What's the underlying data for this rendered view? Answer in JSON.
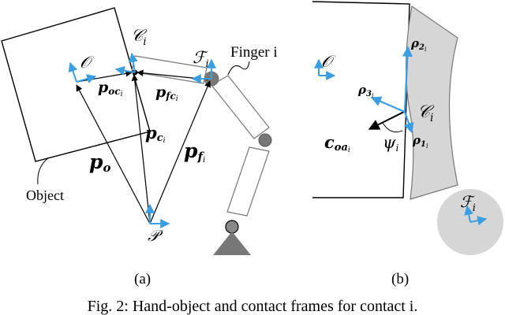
{
  "colors": {
    "frame_axes": "#3b9ee0",
    "vectors": "#000000",
    "gray_fill": "#d6d6d6",
    "dark_gray": "#777777",
    "outline": "#000000"
  },
  "panel_a": {
    "label": "(a)",
    "frame_O": "𝒪",
    "frame_C": "𝒞",
    "frame_F": "ℱ",
    "sub_i": "i",
    "finger_label": "Finger i",
    "object_label": "Object",
    "frame_P": "𝒫",
    "p": "p",
    "sub_oc": "oc",
    "sub_fc": "fc",
    "sub_c": "c",
    "sub_f": "f",
    "sub_o": "o"
  },
  "panel_b": {
    "label": "(b)",
    "frame_O": "𝒪",
    "frame_C": "𝒞",
    "frame_F": "ℱ",
    "sub_i": "i",
    "rho": "ρ",
    "sub_1": "1",
    "sub_2": "2",
    "sub_3": "3",
    "c": "c",
    "sub_oa": "oa",
    "psi": "ψ"
  },
  "caption": "Fig. 2: Hand-object and contact frames for contact i."
}
